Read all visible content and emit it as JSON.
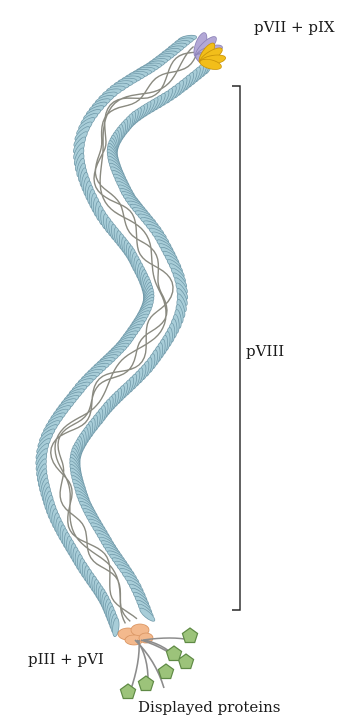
{
  "labels": {
    "tip_proteins": "pVII + pIX",
    "coat_protein": "pVIII",
    "base_proteins": "pIII + pVI",
    "displayed": "Displayed proteins"
  },
  "colors": {
    "coat": "#a8cdd8",
    "coat_edge": "#6f98a8",
    "genome": "#8a8a80",
    "tip_yellow": "#f2be1a",
    "tip_purple": "#b3a8d6",
    "base_orange": "#f3b98d",
    "displayed_green": "#9cc37a"
  },
  "icons": {
    "displayed_protein": "pentagon-icon"
  }
}
